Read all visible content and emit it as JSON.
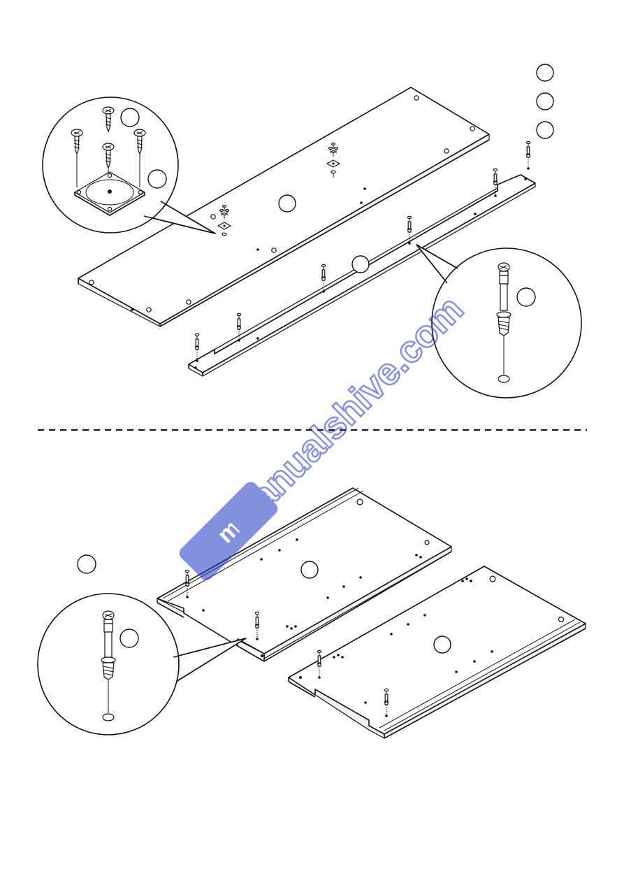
{
  "figure": {
    "top_step": {
      "part_badges": 3,
      "callouts": [
        {
          "content": "screw-and-foot-plate"
        },
        {
          "content": "cam-dowel"
        }
      ]
    },
    "bottom_step": {
      "part_badges": 1,
      "callouts": [
        {
          "content": "cam-dowel"
        }
      ]
    },
    "separator": "dashed-line",
    "colors": {
      "line": "#111111",
      "background": "#ffffff",
      "watermark": "#1f36c7"
    }
  },
  "watermark": {
    "text": "manualshive.com",
    "icon": "manual-logo-icon"
  }
}
